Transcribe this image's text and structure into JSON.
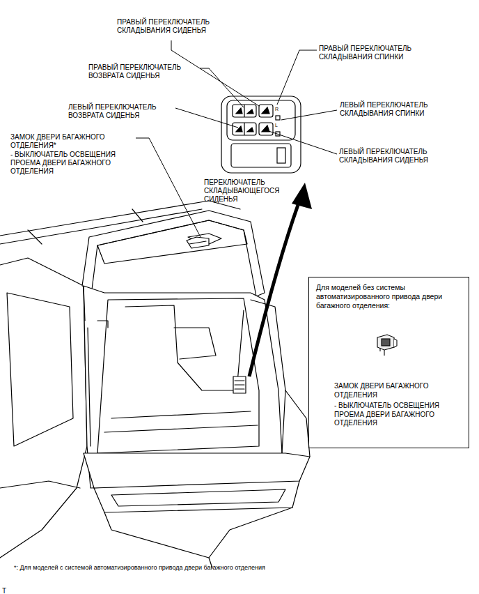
{
  "diagram": {
    "nodes": [
      {
        "text": [
          "Для моделей без системы автоматизированного привода двери багажного отделения:",
          "ЗАМОК ДВЕРИ БАГАЖНОГО ОТДЕЛЕНИЯ",
          "- ВЫКЛЮЧАТЕЛЬ ОСВЕЩЕНИЯ ПРОЕМА ДВЕРИ БАГАЖНОГО ОТДЕЛЕНИЯ"
        ]
      }
    ],
    "labels": [
      "ПРАВЫЙ ПЕРЕКЛЮЧАТЕЛЬ СКЛАДЫВАНИЯ СИДЕНЬЯ",
      "ПРАВЫЙ ПЕРЕКЛЮЧАТЕЛЬ СКЛАДЫВАНИЯ СПИНКИ",
      "ПРАВЫЙ ПЕРЕКЛЮЧАТЕЛЬ ВОЗВРАТА СИДЕНЬЯ",
      "ЛЕВЫЙ ПЕРЕКЛЮЧАТЕЛЬ ВОЗВРАТА СИДЕНЬЯ",
      "ЛЕВЫЙ ПЕРЕКЛЮЧАТЕЛЬ СКЛАДЫВАНИЯ СПИНКИ",
      "ЗАМОК ДВЕРИ БАГАЖНОГО ОТДЕЛЕНИЯ*",
      "- ВЫКЛЮЧАТЕЛЬ ОСВЕЩЕНИЯ ПРОЕМА ДВЕРИ БАГАЖНОГО ОТДЕЛЕНИЯ",
      "ЛЕВЫЙ ПЕРЕКЛЮЧАТЕЛЬ СКЛАДЫВАНИЯ СИДЕНЬЯ",
      "ПЕРЕКЛЮЧАТЕЛЬ СКЛАДЫВАЮЩЕГОСЯ СИДЕНЬЯ",
      "*: Для моделей с системой автоматизированного привода двери багажного отделения",
      "T",
      "R",
      "L"
    ]
  }
}
